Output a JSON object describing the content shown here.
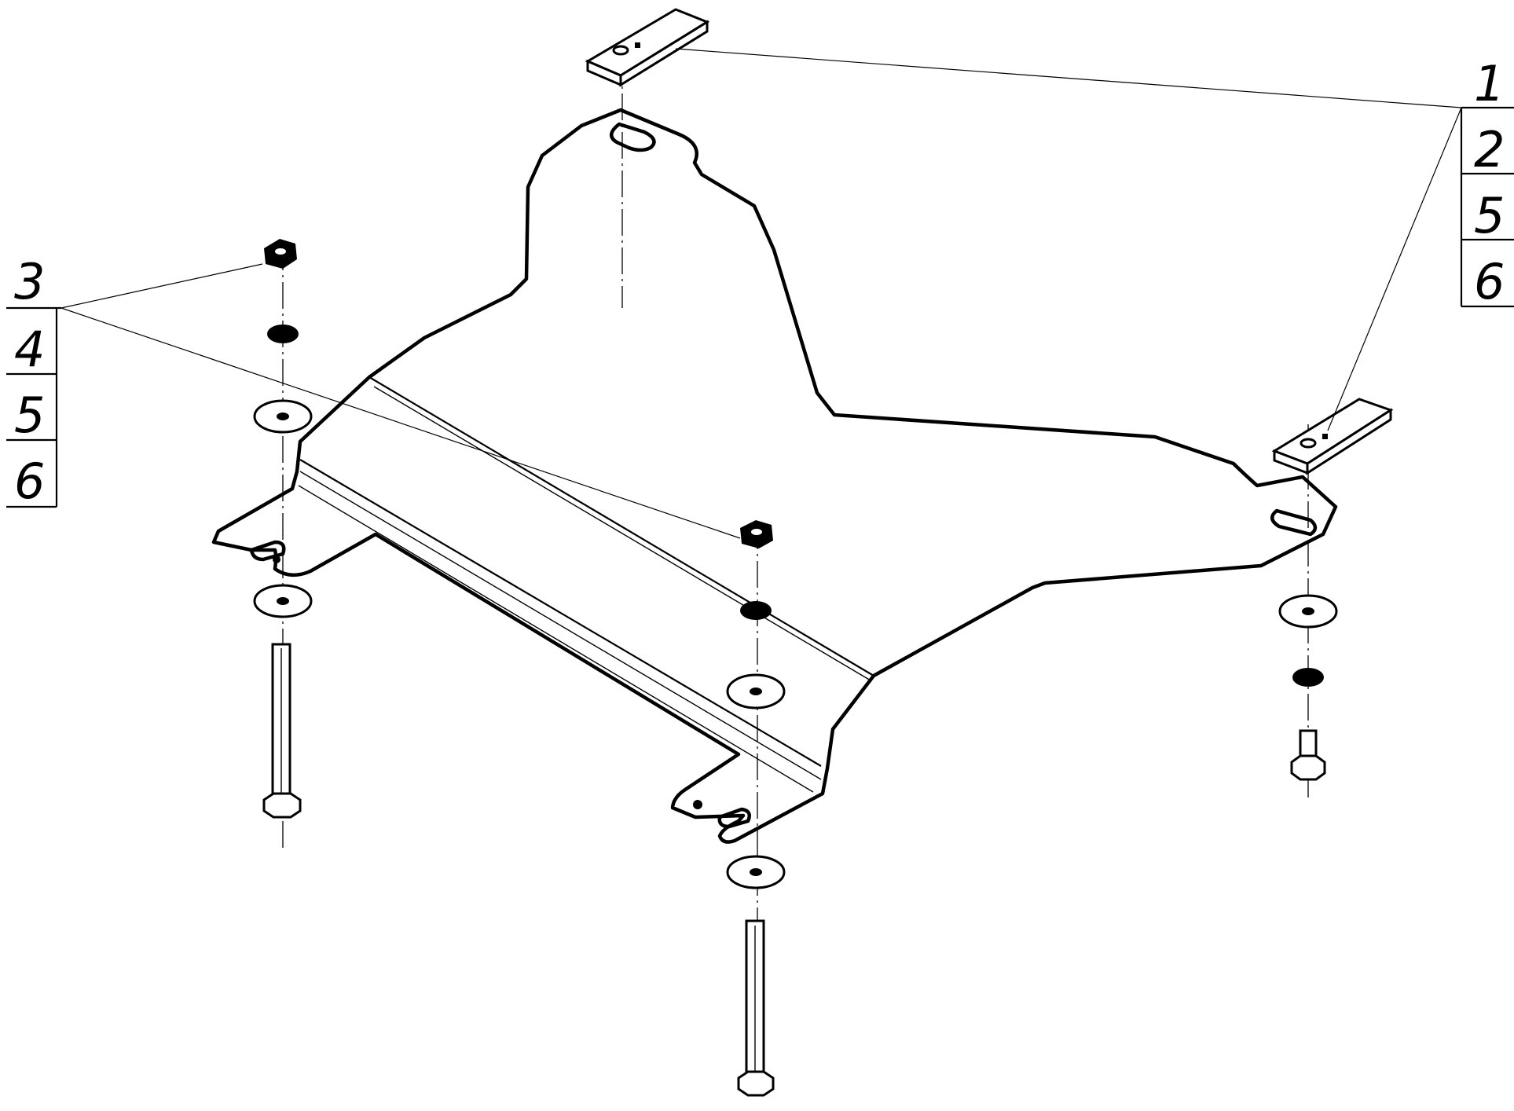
{
  "callouts": {
    "right_group": [
      "1",
      "2",
      "5",
      "6"
    ],
    "left_group": [
      "3",
      "4",
      "5",
      "6"
    ]
  }
}
